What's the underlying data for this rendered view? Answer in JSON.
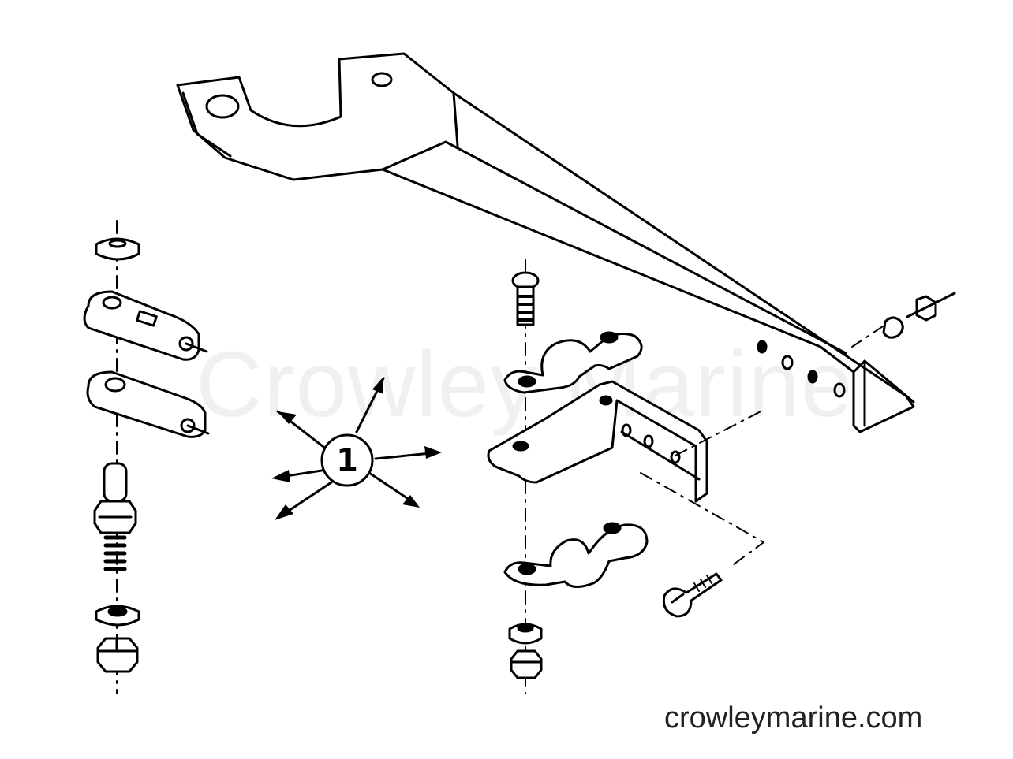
{
  "watermark_text": "Crowley Marine",
  "site_credit": "crowleymarine.com",
  "callout_number": "1",
  "colors": {
    "ink": "#000000",
    "paper": "#ffffff",
    "credit": "#222222"
  }
}
